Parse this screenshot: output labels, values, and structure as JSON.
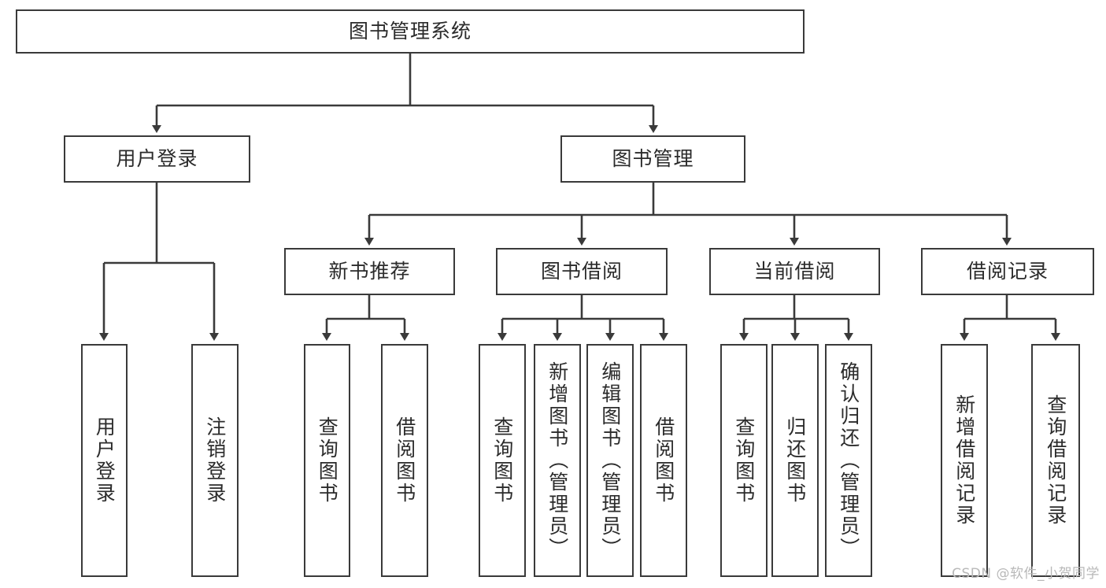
{
  "diagram": {
    "title": "图书管理系统",
    "type": "tree-hierarchy-chart",
    "orientation": "top-down",
    "colors": {
      "box_border": "#3a3a3a",
      "box_fill": "#ffffff",
      "edge": "#3a3a3a",
      "text": "#2b2b2b",
      "watermark": "#b8b8b8",
      "background": "#ffffff"
    }
  },
  "root": {
    "label": "图书管理系统"
  },
  "level2": [
    {
      "label": "用户登录"
    },
    {
      "label": "图书管理"
    }
  ],
  "level3": [
    {
      "label": "新书推荐"
    },
    {
      "label": "图书借阅"
    },
    {
      "label": "当前借阅"
    },
    {
      "label": "借阅记录"
    }
  ],
  "leaves": {
    "user_login": [
      {
        "label": "用户登录"
      },
      {
        "label": "注销登录"
      }
    ],
    "new_book_recommend": [
      {
        "label": "查询图书"
      },
      {
        "label": "借阅图书"
      }
    ],
    "book_borrow": [
      {
        "label": "查询图书"
      },
      {
        "label": "新增图书（管理员）"
      },
      {
        "label": "编辑图书（管理员）"
      },
      {
        "label": "借阅图书"
      }
    ],
    "current_borrow": [
      {
        "label": "查询图书"
      },
      {
        "label": "归还图书"
      },
      {
        "label": "确认归还（管理员）"
      }
    ],
    "borrow_record": [
      {
        "label": "新增借阅记录"
      },
      {
        "label": "查询借阅记录"
      }
    ]
  },
  "watermark": {
    "text": "CSDN @软件_小贺同学"
  }
}
